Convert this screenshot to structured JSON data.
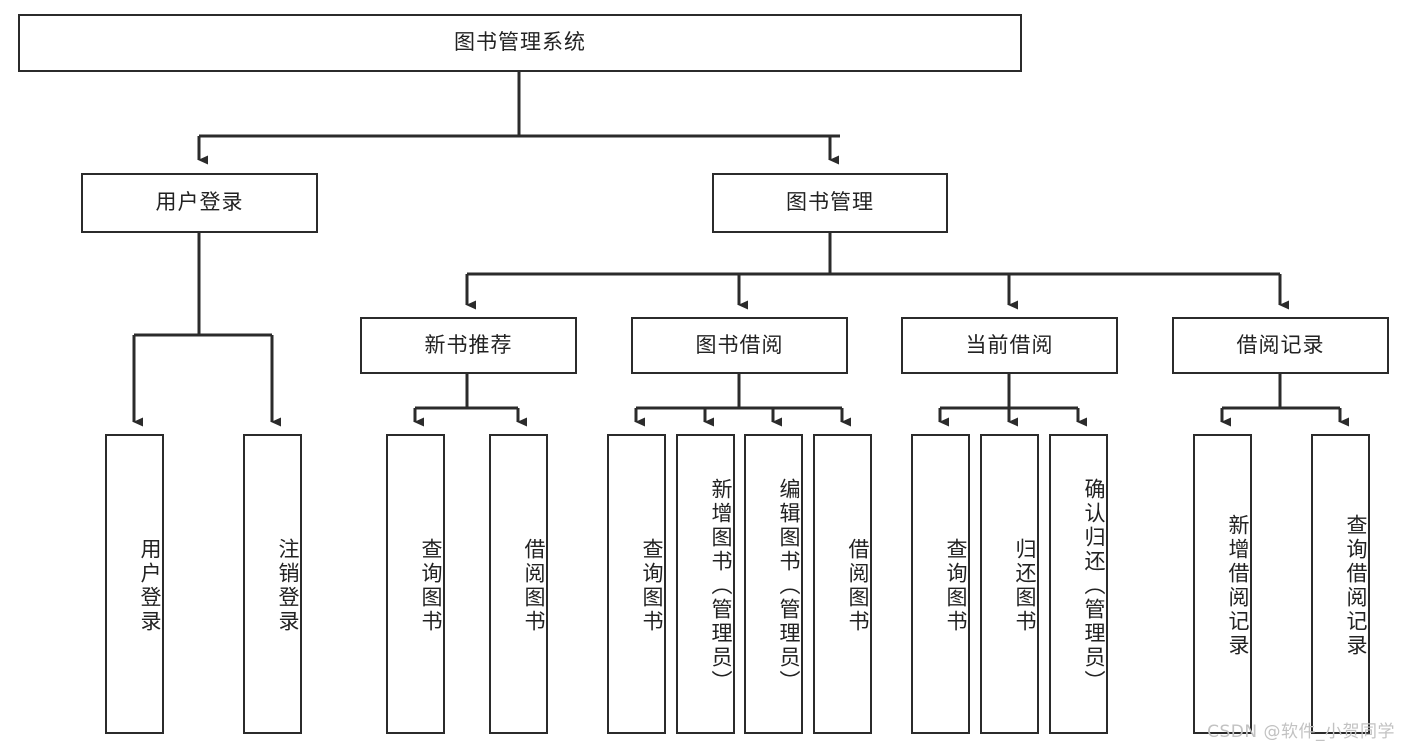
{
  "diagram": {
    "title": "图书管理系统",
    "type": "tree-hierarchy-chart",
    "orientation": "top-down",
    "colors": {
      "box_border": "#2b2b2b",
      "box_fill": "#ffffff",
      "edge": "#2b2b2b",
      "text": "#222222",
      "watermark": "#c2c2c2",
      "background": "#ffffff"
    }
  },
  "nodes": {
    "root": {
      "label": "图书管理系统"
    },
    "level2": [
      {
        "id": "user-login",
        "label": "用户登录"
      },
      {
        "id": "book-management",
        "label": "图书管理"
      }
    ],
    "level3": [
      {
        "id": "new-book-recommend",
        "label": "新书推荐"
      },
      {
        "id": "book-borrow",
        "label": "图书借阅"
      },
      {
        "id": "current-borrow",
        "label": "当前借阅"
      },
      {
        "id": "borrow-record",
        "label": "借阅记录"
      }
    ],
    "leaves": {
      "user_login": [
        {
          "id": "leaf-user-login",
          "label": "用户登录"
        },
        {
          "id": "leaf-logout",
          "label": "注销登录"
        }
      ],
      "new_book_recommend": [
        {
          "id": "leaf-query-books-1",
          "label": "查询图书"
        },
        {
          "id": "leaf-borrow-books-1",
          "label": "借阅图书"
        }
      ],
      "book_borrow": [
        {
          "id": "leaf-query-books-2",
          "label": "查询图书"
        },
        {
          "id": "leaf-add-book-admin",
          "label": "新增图书（管理员）"
        },
        {
          "id": "leaf-edit-book-admin",
          "label": "编辑图书（管理员）"
        },
        {
          "id": "leaf-borrow-books-2",
          "label": "借阅图书"
        }
      ],
      "current_borrow": [
        {
          "id": "leaf-query-books-3",
          "label": "查询图书"
        },
        {
          "id": "leaf-return-books",
          "label": "归还图书"
        },
        {
          "id": "leaf-confirm-return-admin",
          "label": "确认归还（管理员）"
        }
      ],
      "borrow_record": [
        {
          "id": "leaf-add-borrow-record",
          "label": "新增借阅记录"
        },
        {
          "id": "leaf-query-borrow-record",
          "label": "查询借阅记录"
        }
      ]
    }
  },
  "watermark": {
    "text": "CSDN @软件_小贺同学"
  }
}
